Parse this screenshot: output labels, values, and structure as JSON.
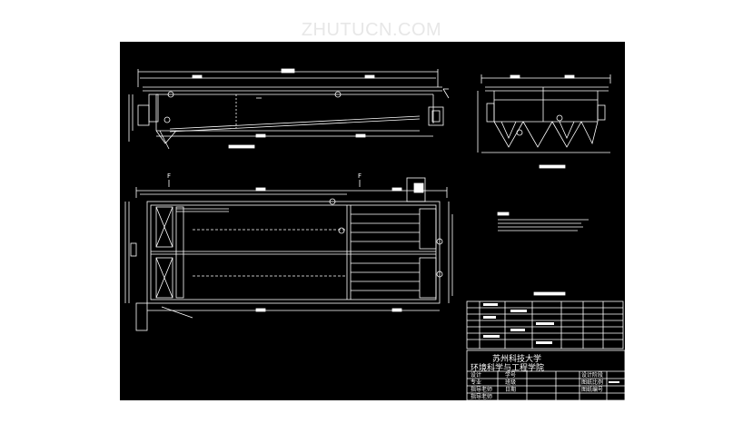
{
  "watermark": {
    "text": "ZHUTUCN.COM"
  },
  "section_marks": {
    "left": "F",
    "right": "F"
  },
  "title_block": {
    "school": "苏州科技大学",
    "department": "环境科学与工程学院",
    "rows": [
      {
        "role": "设计",
        "col2": "学号"
      },
      {
        "role": "专业",
        "col2": "班级"
      },
      {
        "role": "指导老师",
        "col2": "日期"
      },
      {
        "role": "指导老师",
        "col2": ""
      }
    ],
    "right_labels": [
      "设计阶段",
      "图纸比例",
      "图纸编号"
    ]
  },
  "colors": {
    "sheet": "#000000",
    "lines": "#ffffff",
    "watermark": "#e7e7e7"
  }
}
